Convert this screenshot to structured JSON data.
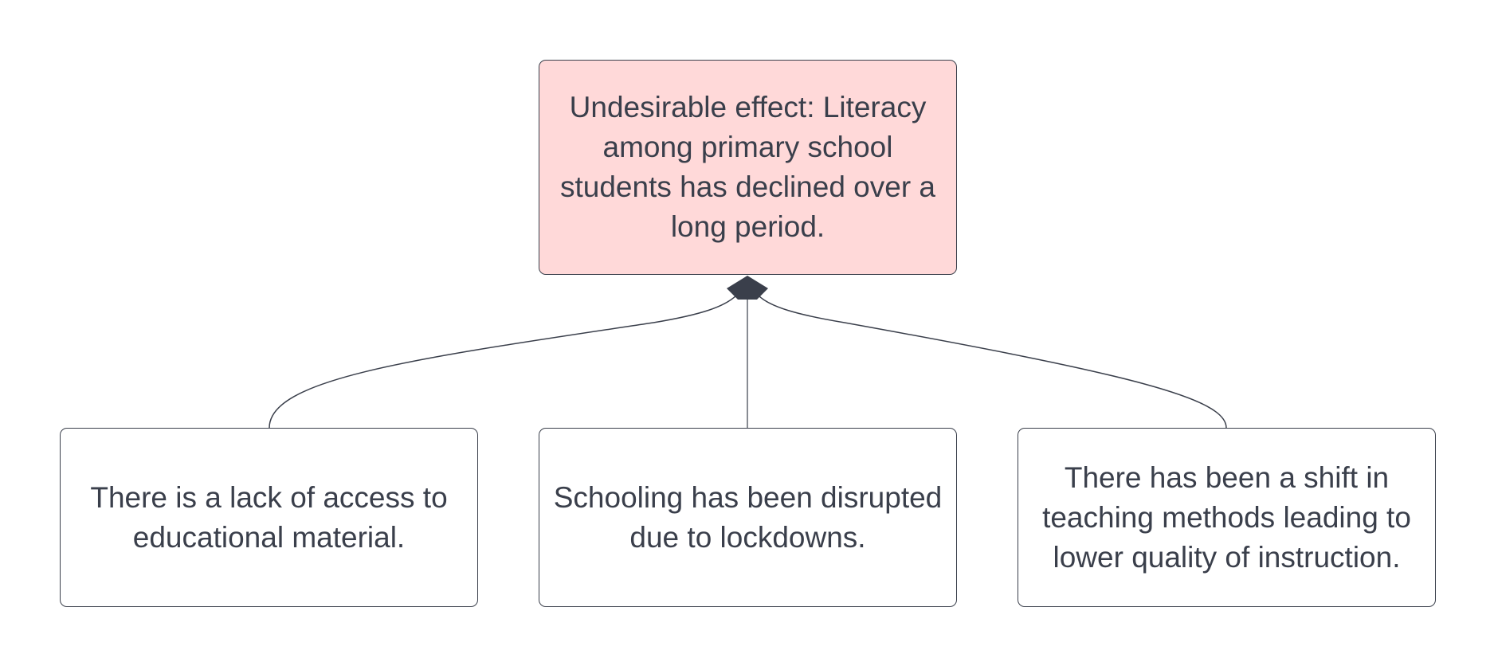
{
  "effect": {
    "text": "Undesirable effect: Literacy among primary school students has declined over a long period.",
    "fill": "#ffd9d9"
  },
  "causes": [
    {
      "text": "There is a lack of access to educational material."
    },
    {
      "text": "Schooling has been disrupted due to lockdowns."
    },
    {
      "text": "There has been a shift in teaching methods leading to lower quality of instruction."
    }
  ],
  "colors": {
    "stroke": "#3a3f4b",
    "text": "#3a3f4b",
    "background": "#ffffff"
  }
}
